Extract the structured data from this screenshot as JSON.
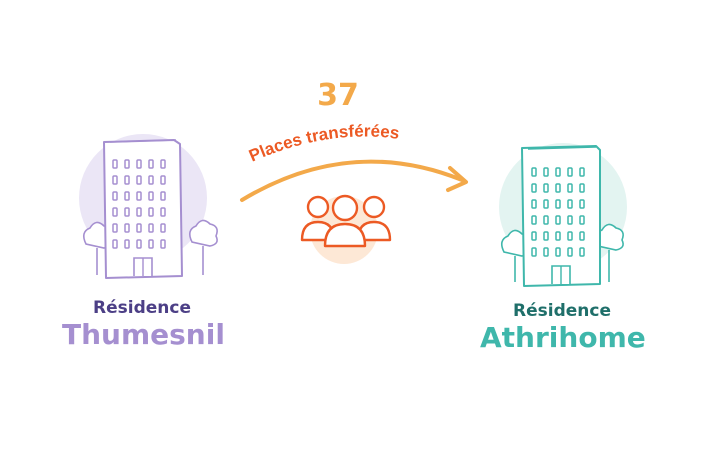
{
  "transfer": {
    "count": "37",
    "caption": "Places transférées"
  },
  "source": {
    "prefix": "Résidence",
    "name": "Thumesnil"
  },
  "destination": {
    "prefix": "Résidence",
    "name": "Athrihome"
  },
  "colors": {
    "source_dark": "#4c3f86",
    "source_light": "#a58fd0",
    "source_circle": "#ebe6f6",
    "dest_dark": "#1f6f6a",
    "dest_light": "#3fb7ab",
    "dest_circle": "#e3f4f1",
    "arrow": "#f3a94a",
    "caption": "#ec5a24",
    "people": "#ec5a24",
    "people_circle": "#fde8d6"
  },
  "icons": {
    "left_building": "building-icon",
    "right_building": "building-icon",
    "people": "people-group-icon",
    "arrow": "curved-arrow-icon"
  }
}
